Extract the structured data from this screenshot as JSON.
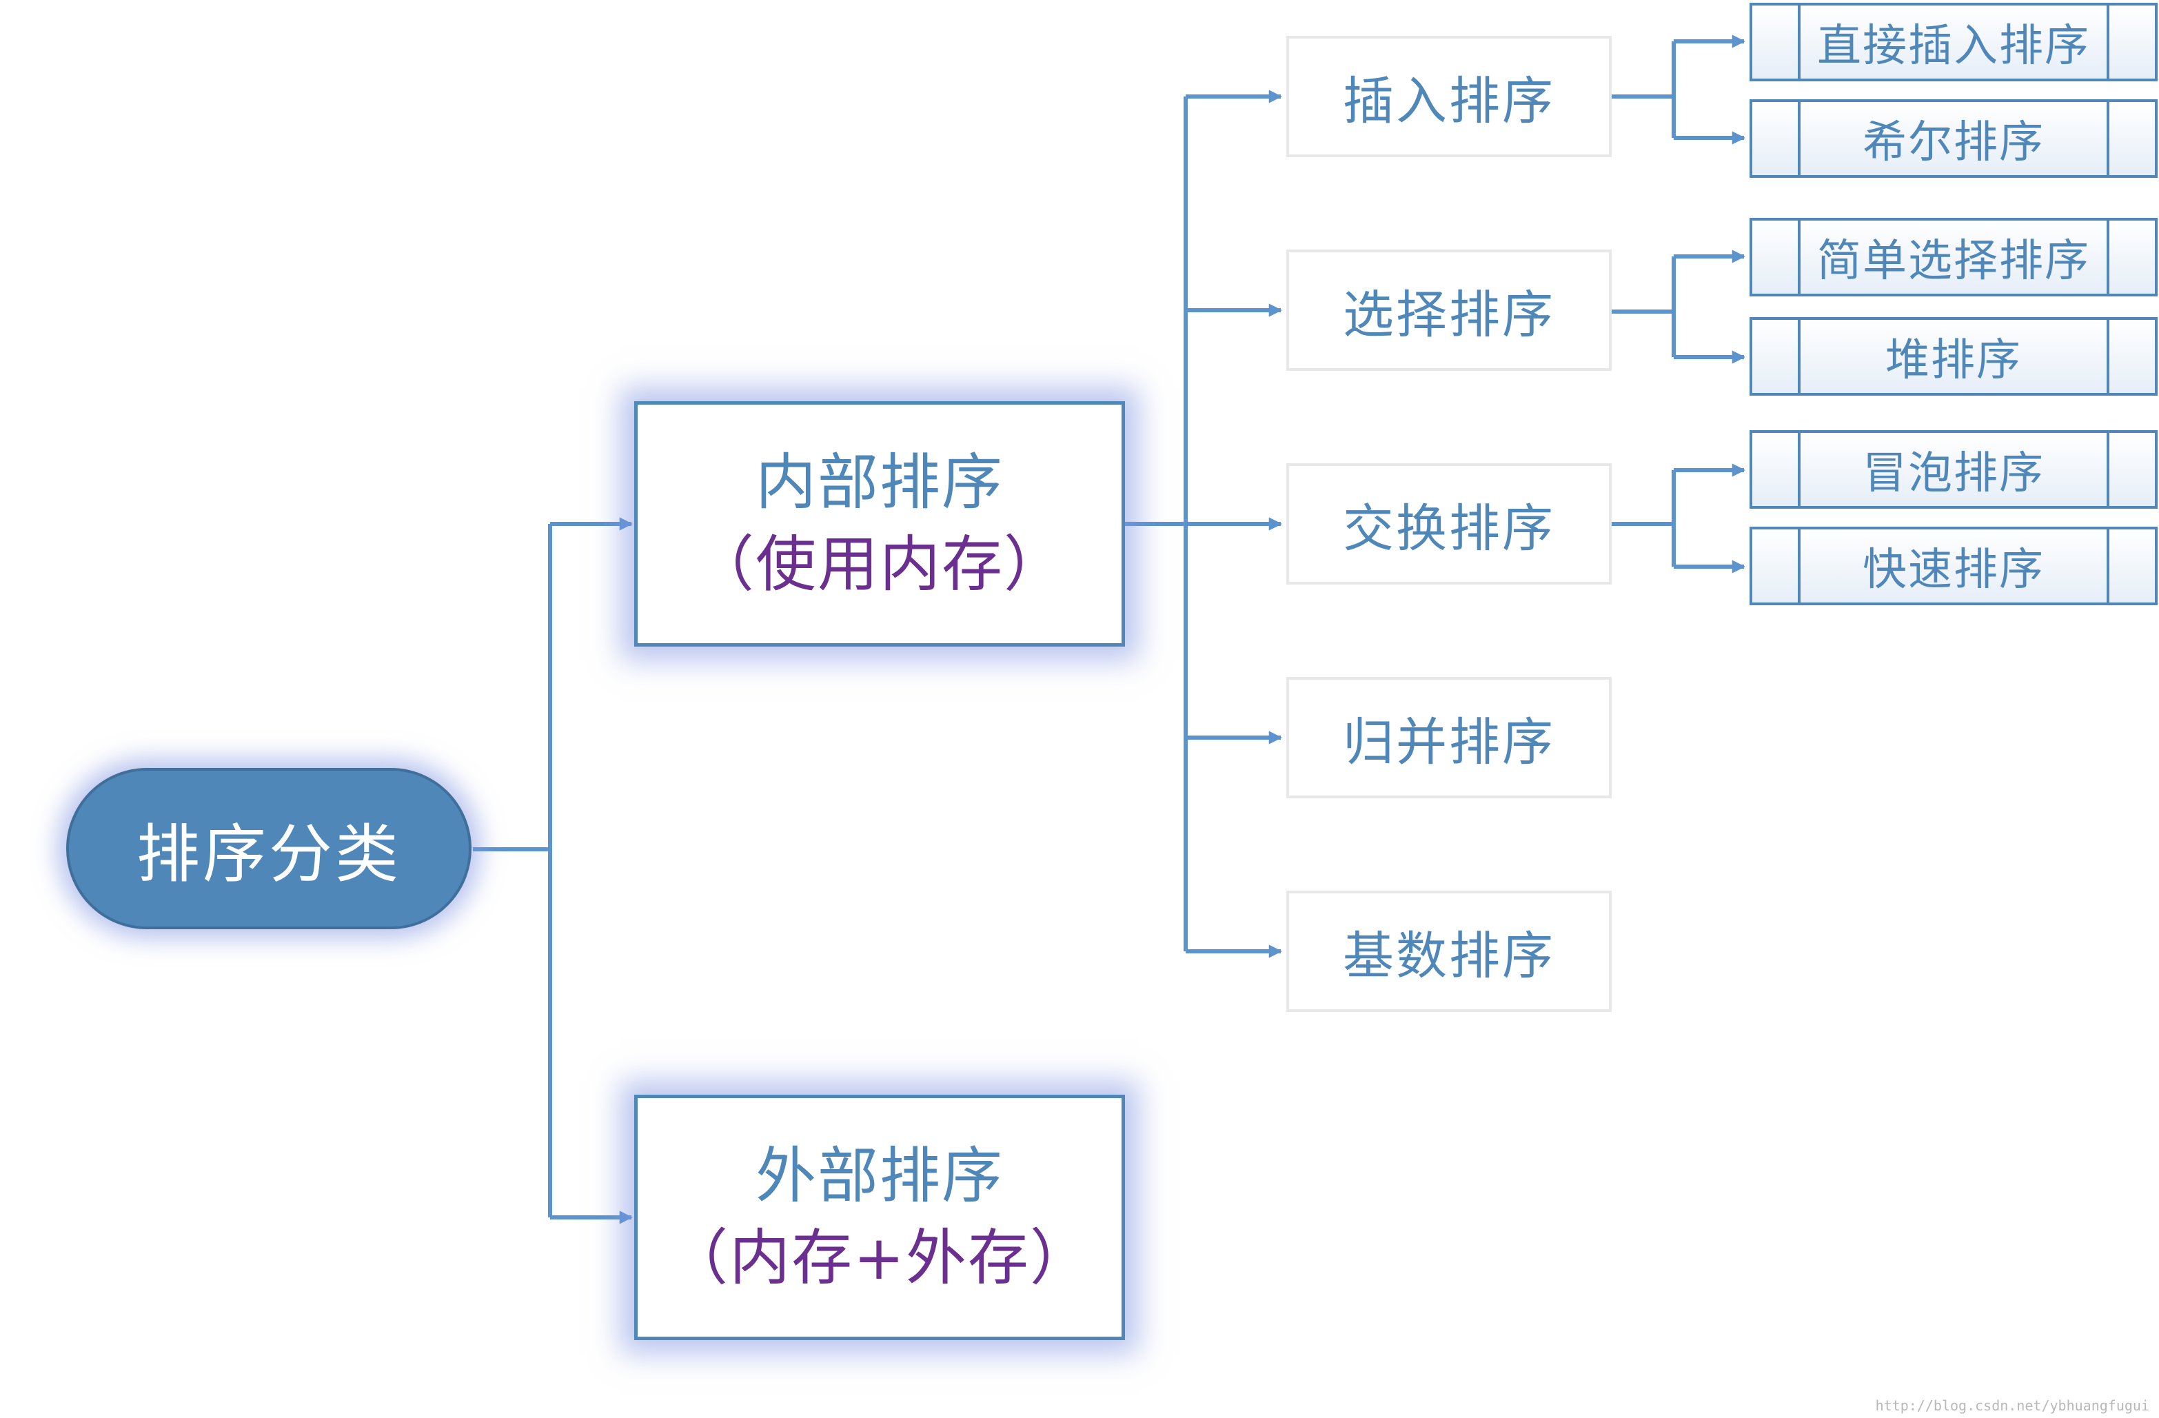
{
  "root": {
    "label": "排序分类"
  },
  "categories": [
    {
      "line1": "内部排序",
      "line2": "（使用内存）"
    },
    {
      "line1": "外部排序",
      "line2": "（内存+外存）"
    }
  ],
  "subtypes": [
    {
      "label": "插入排序",
      "leaves": [
        "直接插入排序",
        "希尔排序"
      ]
    },
    {
      "label": "选择排序",
      "leaves": [
        "简单选择排序",
        "堆排序"
      ]
    },
    {
      "label": "交换排序",
      "leaves": [
        "冒泡排序",
        "快速排序"
      ]
    },
    {
      "label": "归并排序",
      "leaves": []
    },
    {
      "label": "基数排序",
      "leaves": []
    }
  ],
  "watermark": "http://blog.csdn.net/ybhuangfugui",
  "colors": {
    "accent": "#4f87b9",
    "connector": "#5b93cf",
    "secondary_text": "#6b2f8f",
    "root_fill": "#4f87b9"
  }
}
